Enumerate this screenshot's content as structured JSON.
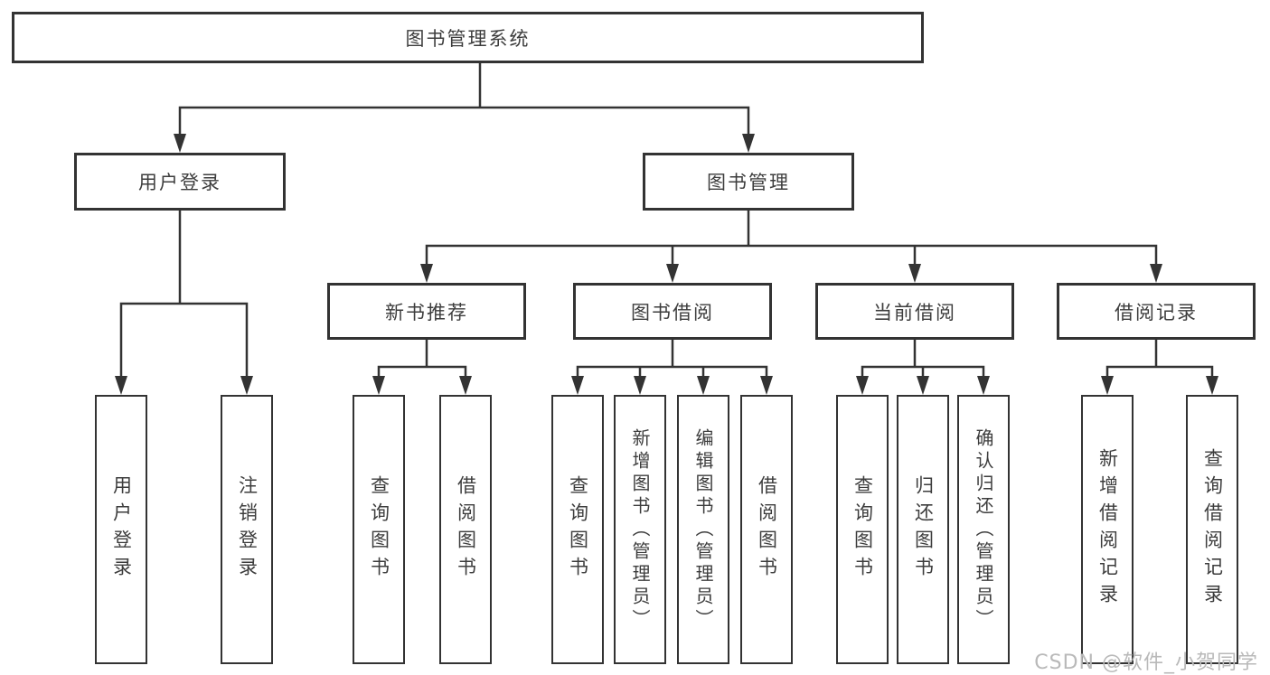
{
  "diagram": {
    "root": {
      "label": "图书管理系统"
    },
    "branches": [
      {
        "label": "用户登录",
        "children": [
          {
            "label": "用户登录"
          },
          {
            "label": "注销登录"
          }
        ]
      },
      {
        "label": "图书管理",
        "children": [
          {
            "label": "新书推荐",
            "children": [
              {
                "label": "查询图书"
              },
              {
                "label": "借阅图书"
              }
            ]
          },
          {
            "label": "图书借阅",
            "children": [
              {
                "label": "查询图书"
              },
              {
                "label": "新增图书（管理员）"
              },
              {
                "label": "编辑图书（管理员）"
              },
              {
                "label": "借阅图书"
              }
            ]
          },
          {
            "label": "当前借阅",
            "children": [
              {
                "label": "查询图书"
              },
              {
                "label": "归还图书"
              },
              {
                "label": "确认归还（管理员）"
              }
            ]
          },
          {
            "label": "借阅记录",
            "children": [
              {
                "label": "新增借阅记录"
              },
              {
                "label": "查询借阅记录"
              }
            ]
          }
        ]
      }
    ]
  },
  "colors": {
    "line": "#333333",
    "box_border": "#333333",
    "box_fill": "#ffffff",
    "text": "#3d3d3d",
    "watermark": "#b9b9b9"
  },
  "watermark": {
    "text": "CSDN @软件_小贺同学"
  }
}
